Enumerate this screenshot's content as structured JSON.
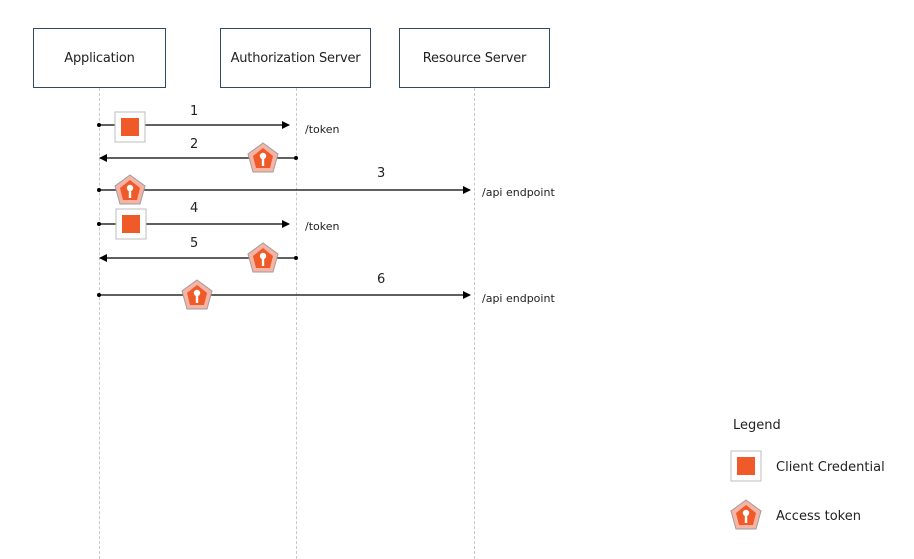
{
  "participants": {
    "application": "Application",
    "auth_server": "Authorization Server",
    "resource_server": "Resource Server"
  },
  "messages": [
    {
      "number": "1",
      "endpoint": "/token",
      "token": "client-credential"
    },
    {
      "number": "2",
      "endpoint": "",
      "token": "access-token"
    },
    {
      "number": "3",
      "endpoint": "/api endpoint",
      "token": "access-token"
    },
    {
      "number": "4",
      "endpoint": "/token",
      "token": "client-credential"
    },
    {
      "number": "5",
      "endpoint": "",
      "token": "access-token"
    },
    {
      "number": "6",
      "endpoint": "/api endpoint",
      "token": "access-token"
    }
  ],
  "legend": {
    "title": "Legend",
    "client_credential": "Client Credential",
    "access_token": "Access token"
  },
  "colors": {
    "credential": "#f05a28",
    "token": "#f05a28",
    "border": "#2f4a5f"
  }
}
